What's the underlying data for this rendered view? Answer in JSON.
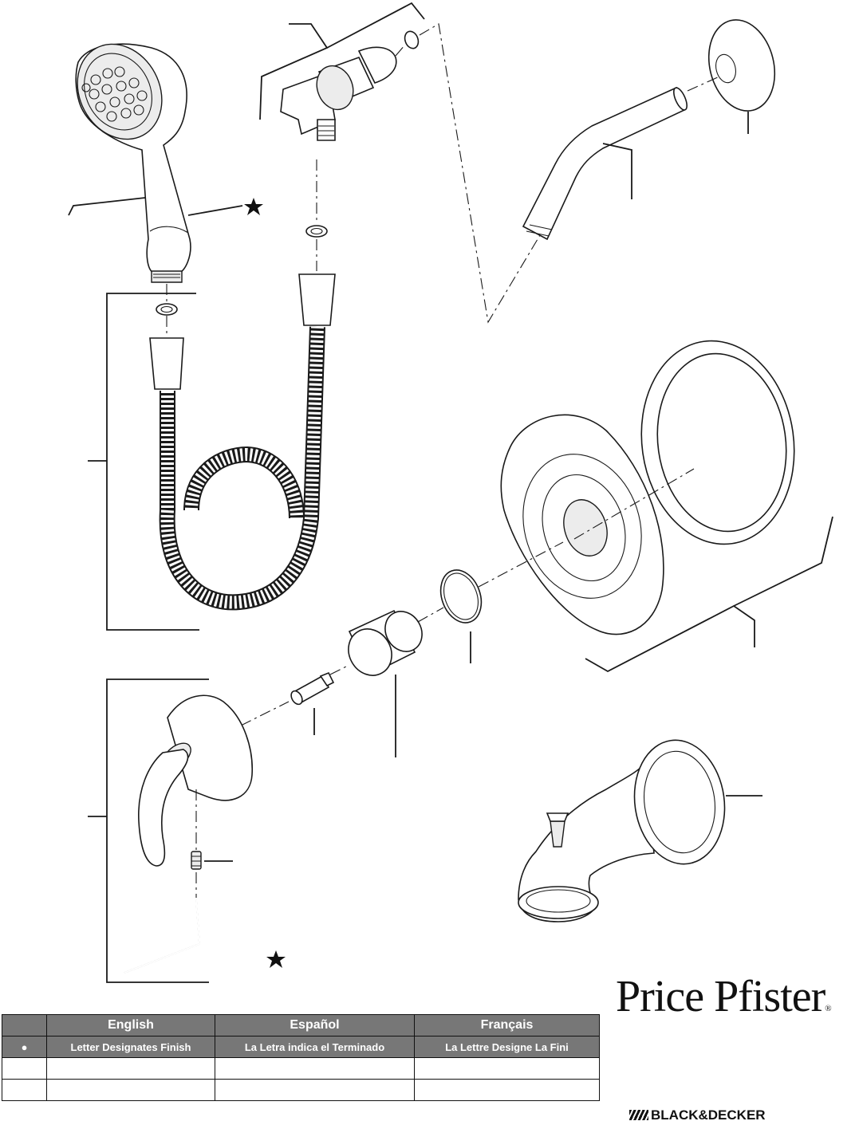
{
  "diagram": {
    "brand": "Price Pfister",
    "brand_mark": "®",
    "manufacturer": "BLACK&DECKER",
    "symbol_note": "★"
  },
  "parts_table": {
    "columns": [
      "",
      "English",
      "Español",
      "Français"
    ],
    "legend_row": {
      "symbol": "●",
      "english": "Letter Designates Finish",
      "espanol": "La Letra indica el Terminado",
      "francais": "La Lettre Designe La Fini"
    },
    "blank_rows": [
      [
        "",
        "",
        "",
        ""
      ],
      [
        "",
        "",
        "",
        ""
      ]
    ]
  }
}
